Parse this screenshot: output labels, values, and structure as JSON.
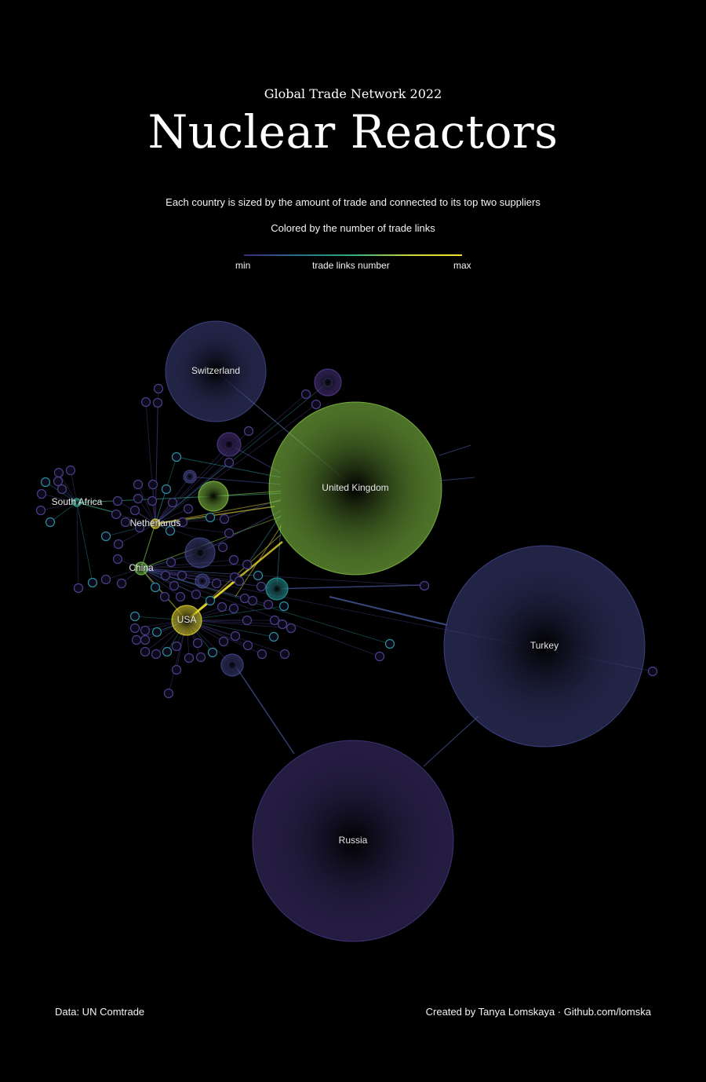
{
  "header": {
    "subtitle": "Global Trade Network 2022",
    "title": "Nuclear Reactors",
    "description": "Each country is sized by the amount of trade and connected to its top two suppliers",
    "color_note": "Colored by the number of trade links"
  },
  "legend": {
    "min_label": "min",
    "title": "trade links number",
    "max_label": "max",
    "gradient": [
      "#3b2a7a",
      "#2a6f8a",
      "#2bb07f",
      "#c8d63a",
      "#f5e22b"
    ]
  },
  "footer": {
    "source": "Data: UN Comtrade",
    "credit": "Created by Tanya Lomskaya · Github.com/lomska"
  },
  "chart_data": {
    "type": "network",
    "title": "Nuclear Reactors",
    "labeled_nodes": [
      {
        "name": "Switzerland",
        "color": "#4a4f9a"
      },
      {
        "name": "United Kingdom",
        "color": "#8ccf4a"
      },
      {
        "name": "South Africa",
        "color": "#3ac0a0"
      },
      {
        "name": "Netherlands",
        "color": "#f0e040"
      },
      {
        "name": "China",
        "color": "#7cc850"
      },
      {
        "name": "USA",
        "color": "#f0e030"
      },
      {
        "name": "Turkey",
        "color": "#4a4f9a"
      },
      {
        "name": "Russia",
        "color": "#4f3f8f"
      }
    ]
  }
}
